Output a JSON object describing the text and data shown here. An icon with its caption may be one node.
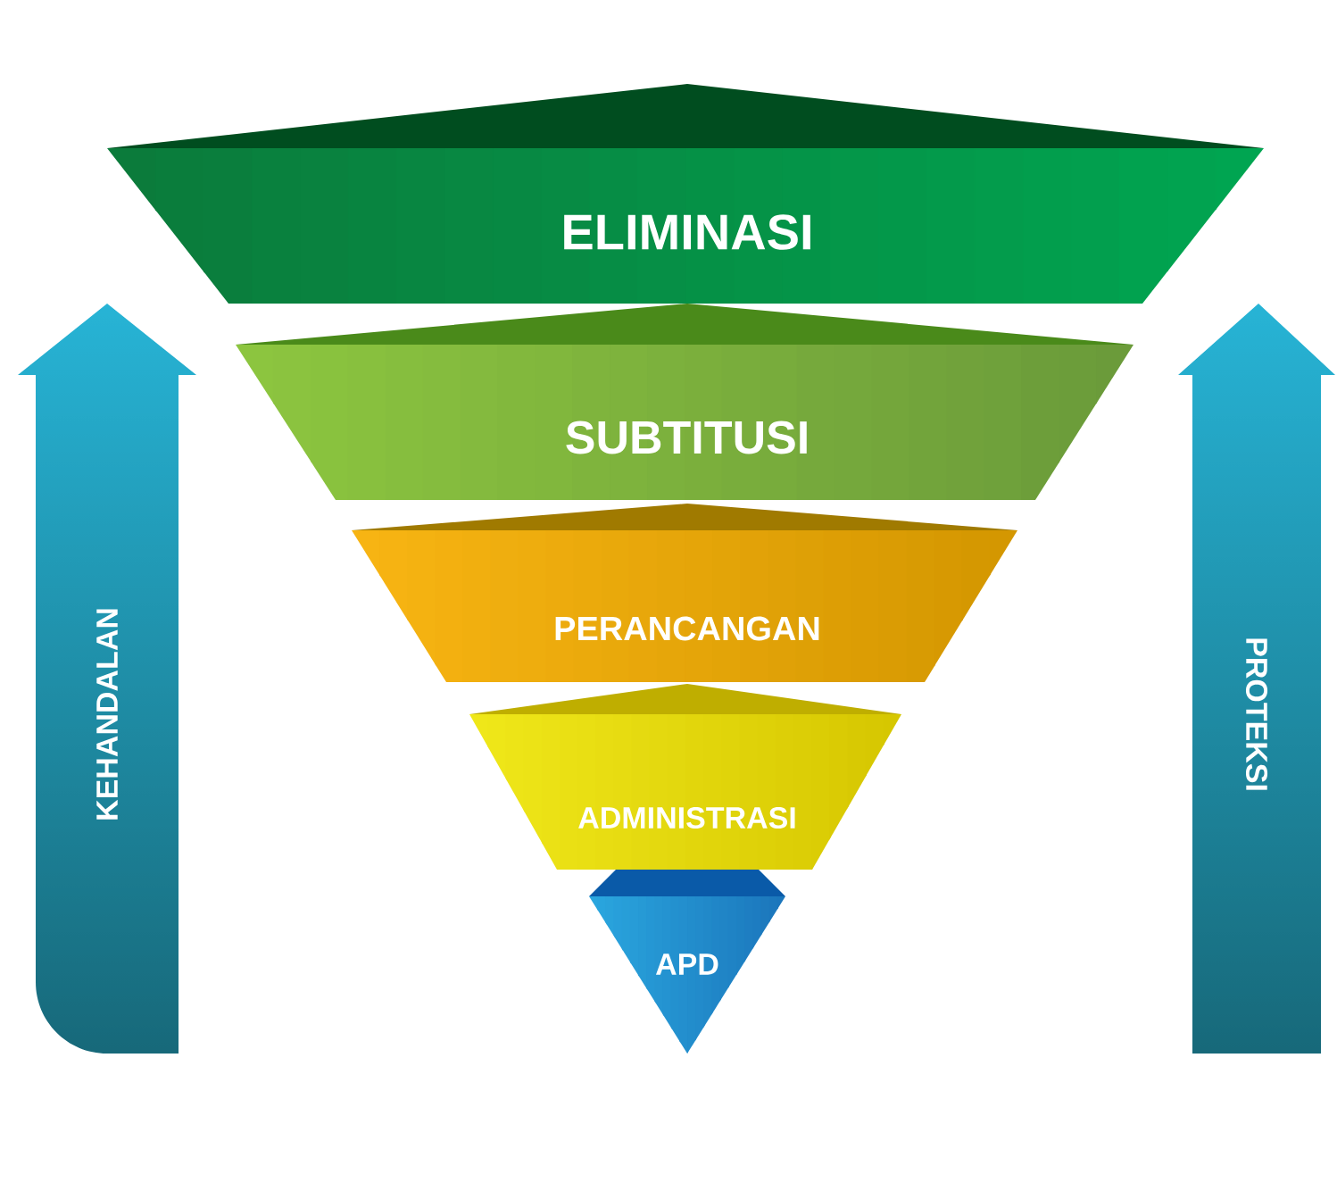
{
  "diagram": {
    "nodes": [
      {
        "text": [
          "ELIMINASI"
        ]
      },
      {
        "text": [
          "SUBTITUSI"
        ]
      },
      {
        "text": [
          "PERANCANGAN"
        ]
      },
      {
        "text": [
          "ADMINISTRASI"
        ]
      },
      {
        "text": [
          "APD"
        ]
      },
      {
        "text": [
          "KEHANDALAN"
        ]
      },
      {
        "text": [
          "PROTEKSI"
        ]
      }
    ]
  }
}
